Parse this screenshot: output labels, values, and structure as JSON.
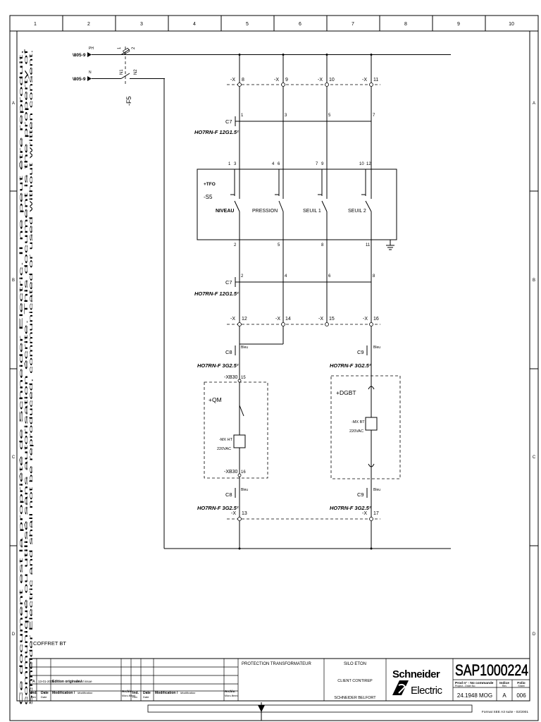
{
  "frame": {
    "columns": [
      "1",
      "2",
      "3",
      "4",
      "5",
      "6",
      "7",
      "8",
      "9",
      "10"
    ],
    "rows": [
      "A",
      "B",
      "C",
      "D"
    ]
  },
  "side_notice": [
    "Ce document est la propriété de Schneider Electric. Il ne peut être reproduit,",
    "communiqué ou utilisé sans autorisation écrite. This document is the property of",
    "Schneider Electric and shall not be reproduced, communicated or used without written consent."
  ],
  "supply": {
    "ph_ref": "\\805-9",
    "ph_label": "PH",
    "n_ref": "\\805-9",
    "n_label": "N",
    "fuse_name": "-F5",
    "fuse_top_marks": [
      "1",
      "2"
    ],
    "fuse_bottom_marks": [
      "N1",
      "N2"
    ]
  },
  "terminals_top": {
    "prefix": "-X",
    "numbers": [
      "8",
      "9",
      "10",
      "11"
    ]
  },
  "cable1": {
    "ref": "C7",
    "type": "HO7RN-F 12G1.5²",
    "cores": [
      "1",
      "3",
      "5",
      "7"
    ]
  },
  "device": {
    "name_top": "+TFO",
    "name": "-S5",
    "terminals_top": [
      "1",
      "3",
      "4",
      "6",
      "7",
      "9",
      "10",
      "12"
    ],
    "contacts": [
      "NIVEAU",
      "PRESSION",
      "SEUIL 1",
      "SEUIL 2"
    ],
    "terminals_bottom": [
      "2",
      "5",
      "8",
      "11"
    ]
  },
  "cable2": {
    "ref": "C7",
    "type": "HO7RN-F 12G1.5²",
    "cores": [
      "2",
      "4",
      "6",
      "8"
    ]
  },
  "terminals_mid": {
    "prefix": "-X",
    "numbers": [
      "12",
      "14",
      "15",
      "16"
    ]
  },
  "qm": {
    "cable_ref": "C8",
    "cable_core": "Bleu",
    "cable_type": "HO7RN-F 3G2.5²",
    "box_label": "+QM",
    "terminal_top": "-XB30",
    "terminal_top_num": "15",
    "coil": "-MX HT",
    "voltage": "220VAC",
    "terminal_bottom": "-XB30",
    "terminal_bottom_num": "16",
    "cable_ref_bottom": "C8",
    "cable_core_bottom": "Bleu",
    "cable_type_bottom": "HO7RN-F 3G2.5²",
    "terminal_x": "-X",
    "terminal_x_num": "13"
  },
  "dgbt": {
    "cable_ref": "C9",
    "cable_core": "Bleu",
    "cable_type": "HO7RN-F 3G2.5²",
    "box_label": "+DGBT",
    "coil": "-MX BT",
    "voltage": "220VAC",
    "cable_ref_bottom": "C9",
    "cable_core_bottom": "Bleu",
    "cable_type_bottom": "HO7RN-F 3G2.5²",
    "terminal_x": "-X",
    "terminal_x_num": "17"
  },
  "coffret": "COFFRET BT",
  "titleblock": {
    "rev_row": {
      "index": "A",
      "date": "13-01-2005",
      "text_fr": "Edition originale /",
      "text_en": "First issue"
    },
    "header_left": {
      "ind": "Ind.",
      "rev": "Rev",
      "date": "Date",
      "date_en": "Date",
      "modif": "Modification /",
      "modif_en": "Modification",
      "archiv": "Archiv.",
      "archiv_en": "Micro-filmed"
    },
    "header_right": {
      "ind": "Ind.",
      "rev": "Rev",
      "date": "Date",
      "date_en": "Date",
      "modif": "Modification /",
      "modif_en": "Modification",
      "archiv": "Archiv.",
      "archiv_en": "Micro-filmed"
    },
    "title": "PROTECTION TRANSFORMATEUR",
    "project": "SILO ETON",
    "client": "CLIENT CONTIREP",
    "site": "SCHNEIDER BELFORT",
    "brand_line1": "Schneider",
    "brand_line2": "Electric",
    "doc_number": "SAP1000224",
    "order_label": "Prod n° - No commande",
    "order_label_en": "Project - Order No",
    "order_value": "24.1948 MOG",
    "index_label": "Indice",
    "index_label_en": "Rev",
    "index_value": "A",
    "folio_label": "Folio",
    "folio_label_en": "Sheet",
    "folio_value": "006",
    "format": "Format SEE A3 suite - 02/2001"
  }
}
